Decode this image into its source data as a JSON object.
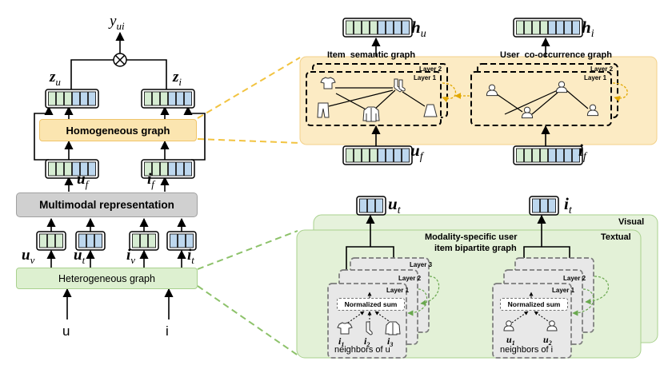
{
  "left": {
    "output_label": "y",
    "output_sub": "ui",
    "z_u": "z",
    "z_u_sub": "u",
    "z_i": "z",
    "z_i_sub": "i",
    "homogeneous": "Homogeneous graph",
    "u_f": "u",
    "u_f_sub": "f",
    "i_f": "i",
    "i_f_sub": "f",
    "multimodal": "Multimodal representation",
    "u_v": "u",
    "u_v_sub": "v",
    "u_t": "u",
    "u_t_sub": "t",
    "i_v": "i",
    "i_v_sub": "v",
    "i_t": "i",
    "i_t_sub": "t",
    "heterogeneous": "Heterogeneous graph",
    "u": "u",
    "i": "i"
  },
  "top_right": {
    "h_u": "h",
    "h_u_sub": "u",
    "h_i": "h",
    "h_i_sub": "i",
    "item_graph": "Item  semantic graph",
    "user_graph": "User  co-occurrence graph",
    "layer2": "Layer 2",
    "layer1": "Layer 1",
    "u_f": "u",
    "u_f_sub": "f",
    "i_f": "i",
    "i_f_sub": "f"
  },
  "bottom_right": {
    "u_t": "u",
    "u_t_sub": "t",
    "i_t": "i",
    "i_t_sub": "t",
    "visual": "Visual",
    "textual": "Textual",
    "bipartite_line1": "Modality-specific user",
    "bipartite_line2": "item bipartite graph",
    "layer3": "Layer 3",
    "layer2": "Layer 2",
    "layer1": "Layer 1",
    "normalized_sum": "Normalized sum",
    "i1": "i",
    "i1_sub": "1",
    "i2": "i",
    "i2_sub": "2",
    "i3": "i",
    "i3_sub": "3",
    "u1": "u",
    "u1_sub": "1",
    "u2": "u",
    "u2_sub": "2",
    "neighbors_u": "neighbors of u",
    "neighbors_i": "neighbors of i"
  },
  "colors": {
    "green_cell": "#d6ecd2",
    "blue_cell": "#bdd7ee",
    "homogeneous_fill": "#fbe5b0",
    "homogeneous_stroke": "#f0c46a",
    "multimodal_fill": "#d0d0d0",
    "heterogeneous_fill": "#ddf0d0",
    "green_panel": "#e3f1d7",
    "green_panel_stroke": "#a9d18e",
    "yellow_panel": "#fcebc4",
    "yellow_dash": "#f2c340",
    "green_dash": "#8dc26a"
  },
  "icons": [
    "tshirt-icon",
    "socks-icon",
    "pants-icon",
    "jacket-icon",
    "skirt-icon",
    "user-icon"
  ]
}
